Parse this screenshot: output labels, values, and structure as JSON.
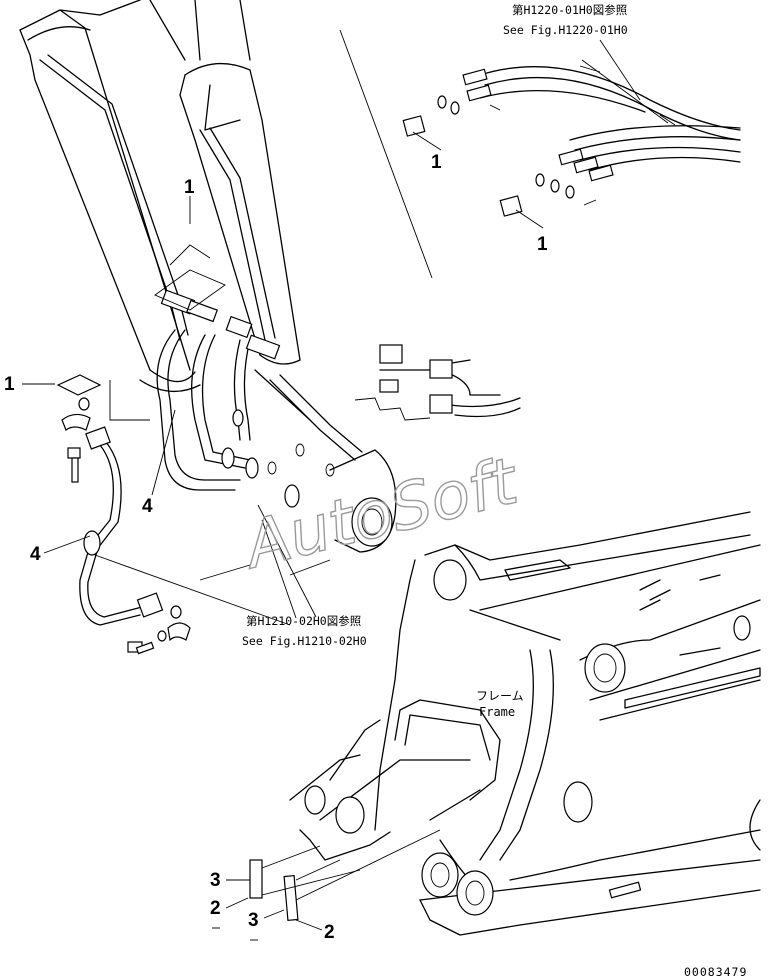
{
  "callouts": {
    "c1_top_right_upper": "1",
    "c1_top_right_lower": "1",
    "c1_center": "1",
    "c1_left": "1",
    "c4_center": "4",
    "c4_left": "4",
    "c3_left": "3",
    "c2_left": "2",
    "c3_right": "3",
    "c2_right": "2"
  },
  "references": {
    "fig_h1220_jp": "第H1220-01H0図参照",
    "fig_h1220_en": "See Fig.H1220-01H0",
    "fig_h1210_jp": "第H1210-02H0図参照",
    "fig_h1210_en": "See Fig.H1210-02H0"
  },
  "labels": {
    "frame_jp": "フレーム",
    "frame_en": "Frame"
  },
  "watermark": "AutoSoft",
  "drawing_number": "00083479"
}
